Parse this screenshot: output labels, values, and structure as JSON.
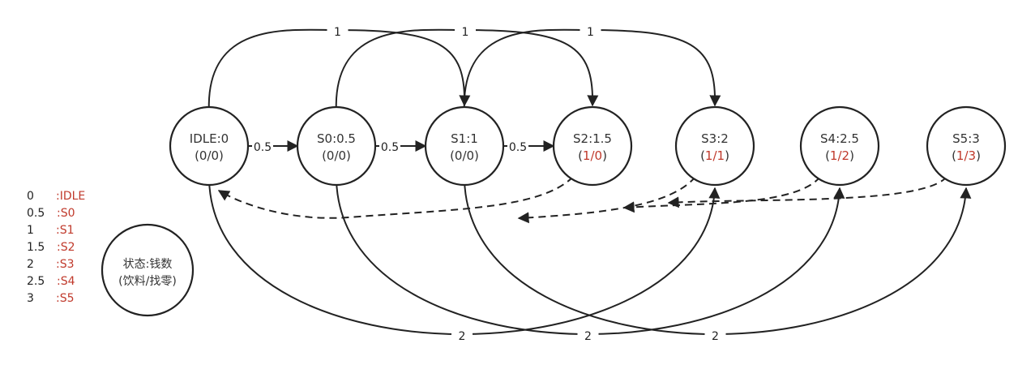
{
  "colors": {
    "stroke": "#222222",
    "text": "#333333",
    "accent": "#c0392b"
  },
  "states": [
    {
      "id": "IDLE",
      "name": "IDLE:0",
      "output": "(0/0)",
      "output_highlight": false
    },
    {
      "id": "S0",
      "name": "S0:0.5",
      "output": "(0/0)",
      "output_highlight": false
    },
    {
      "id": "S1",
      "name": "S1:1",
      "output": "(0/0)",
      "output_highlight": false
    },
    {
      "id": "S2",
      "name": "S2:1.5",
      "output": "(1/0)",
      "output_highlight": true
    },
    {
      "id": "S3",
      "name": "S3:2",
      "output": "(1/1)",
      "output_highlight": true
    },
    {
      "id": "S4",
      "name": "S4:2.5",
      "output": "(1/2)",
      "output_highlight": true
    },
    {
      "id": "S5",
      "name": "S5:3",
      "output": "(1/3)",
      "output_highlight": true
    }
  ],
  "transitions": [
    {
      "from": "IDLE",
      "to": "S0",
      "label": "0.5",
      "kind": "straight"
    },
    {
      "from": "S0",
      "to": "S1",
      "label": "0.5",
      "kind": "straight"
    },
    {
      "from": "S1",
      "to": "S2",
      "label": "0.5",
      "kind": "straight"
    },
    {
      "from": "IDLE",
      "to": "S1",
      "label": "1",
      "kind": "arc-top"
    },
    {
      "from": "S0",
      "to": "S2",
      "label": "1",
      "kind": "arc-top"
    },
    {
      "from": "S1",
      "to": "S3",
      "label": "1",
      "kind": "arc-top"
    },
    {
      "from": "IDLE",
      "to": "S3",
      "label": "2",
      "kind": "arc-bottom"
    },
    {
      "from": "S0",
      "to": "S4",
      "label": "2",
      "kind": "arc-bottom"
    },
    {
      "from": "S1",
      "to": "S5",
      "label": "2",
      "kind": "arc-bottom"
    },
    {
      "from": "S2",
      "to": "IDLE",
      "label": "",
      "kind": "return"
    },
    {
      "from": "S3",
      "to": "IDLE",
      "label": "",
      "kind": "return"
    },
    {
      "from": "S4",
      "to": "IDLE",
      "label": "",
      "kind": "return"
    },
    {
      "from": "S5",
      "to": "IDLE",
      "label": "",
      "kind": "return"
    }
  ],
  "legend": [
    {
      "value": "0",
      "state": ":IDLE"
    },
    {
      "value": "0.5",
      "state": ":S0"
    },
    {
      "value": "1",
      "state": ":S1"
    },
    {
      "value": "1.5",
      "state": ":S2"
    },
    {
      "value": "2",
      "state": ":S3"
    },
    {
      "value": "2.5",
      "state": ":S4"
    },
    {
      "value": "3",
      "state": ":S5"
    }
  ],
  "key": {
    "line1": "状态:钱数",
    "line2": "(饮料/找零)"
  }
}
